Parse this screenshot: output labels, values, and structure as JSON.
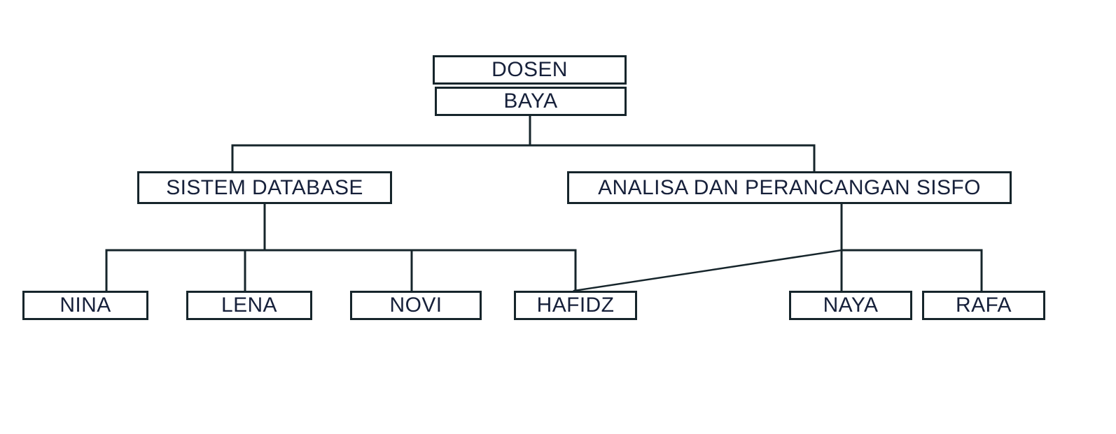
{
  "diagram": {
    "type": "organizational-chart",
    "title": "DOSEN BAYA",
    "background_color": "#ffffff",
    "line_color": "#16252b",
    "box_border_color": "#16252b",
    "text_color": "#16203a"
  },
  "nodes": {
    "dosen": {
      "label": "DOSEN",
      "level": 0
    },
    "baya": {
      "label": "BAYA",
      "level": 0
    },
    "sistem_database": {
      "label": "SISTEM DATABASE",
      "level": 1
    },
    "analisa": {
      "label": "ANALISA DAN PERANCANGAN SISFO",
      "level": 1
    },
    "nina": {
      "label": "NINA",
      "level": 2
    },
    "lena": {
      "label": "LENA",
      "level": 2
    },
    "novi": {
      "label": "NOVI",
      "level": 2
    },
    "hafidz": {
      "label": "HAFIDZ",
      "level": 2
    },
    "naya": {
      "label": "NAYA",
      "level": 2
    },
    "rafa": {
      "label": "RAFA",
      "level": 2
    }
  },
  "hierarchy": {
    "root": "DOSEN BAYA",
    "branches": [
      {
        "parent": "SISTEM DATABASE",
        "children": [
          "NINA",
          "LENA",
          "NOVI",
          "HAFIDZ"
        ]
      },
      {
        "parent": "ANALISA DAN PERANCANGAN SISFO",
        "children": [
          "HAFIDZ",
          "NAYA",
          "RAFA"
        ]
      }
    ]
  }
}
